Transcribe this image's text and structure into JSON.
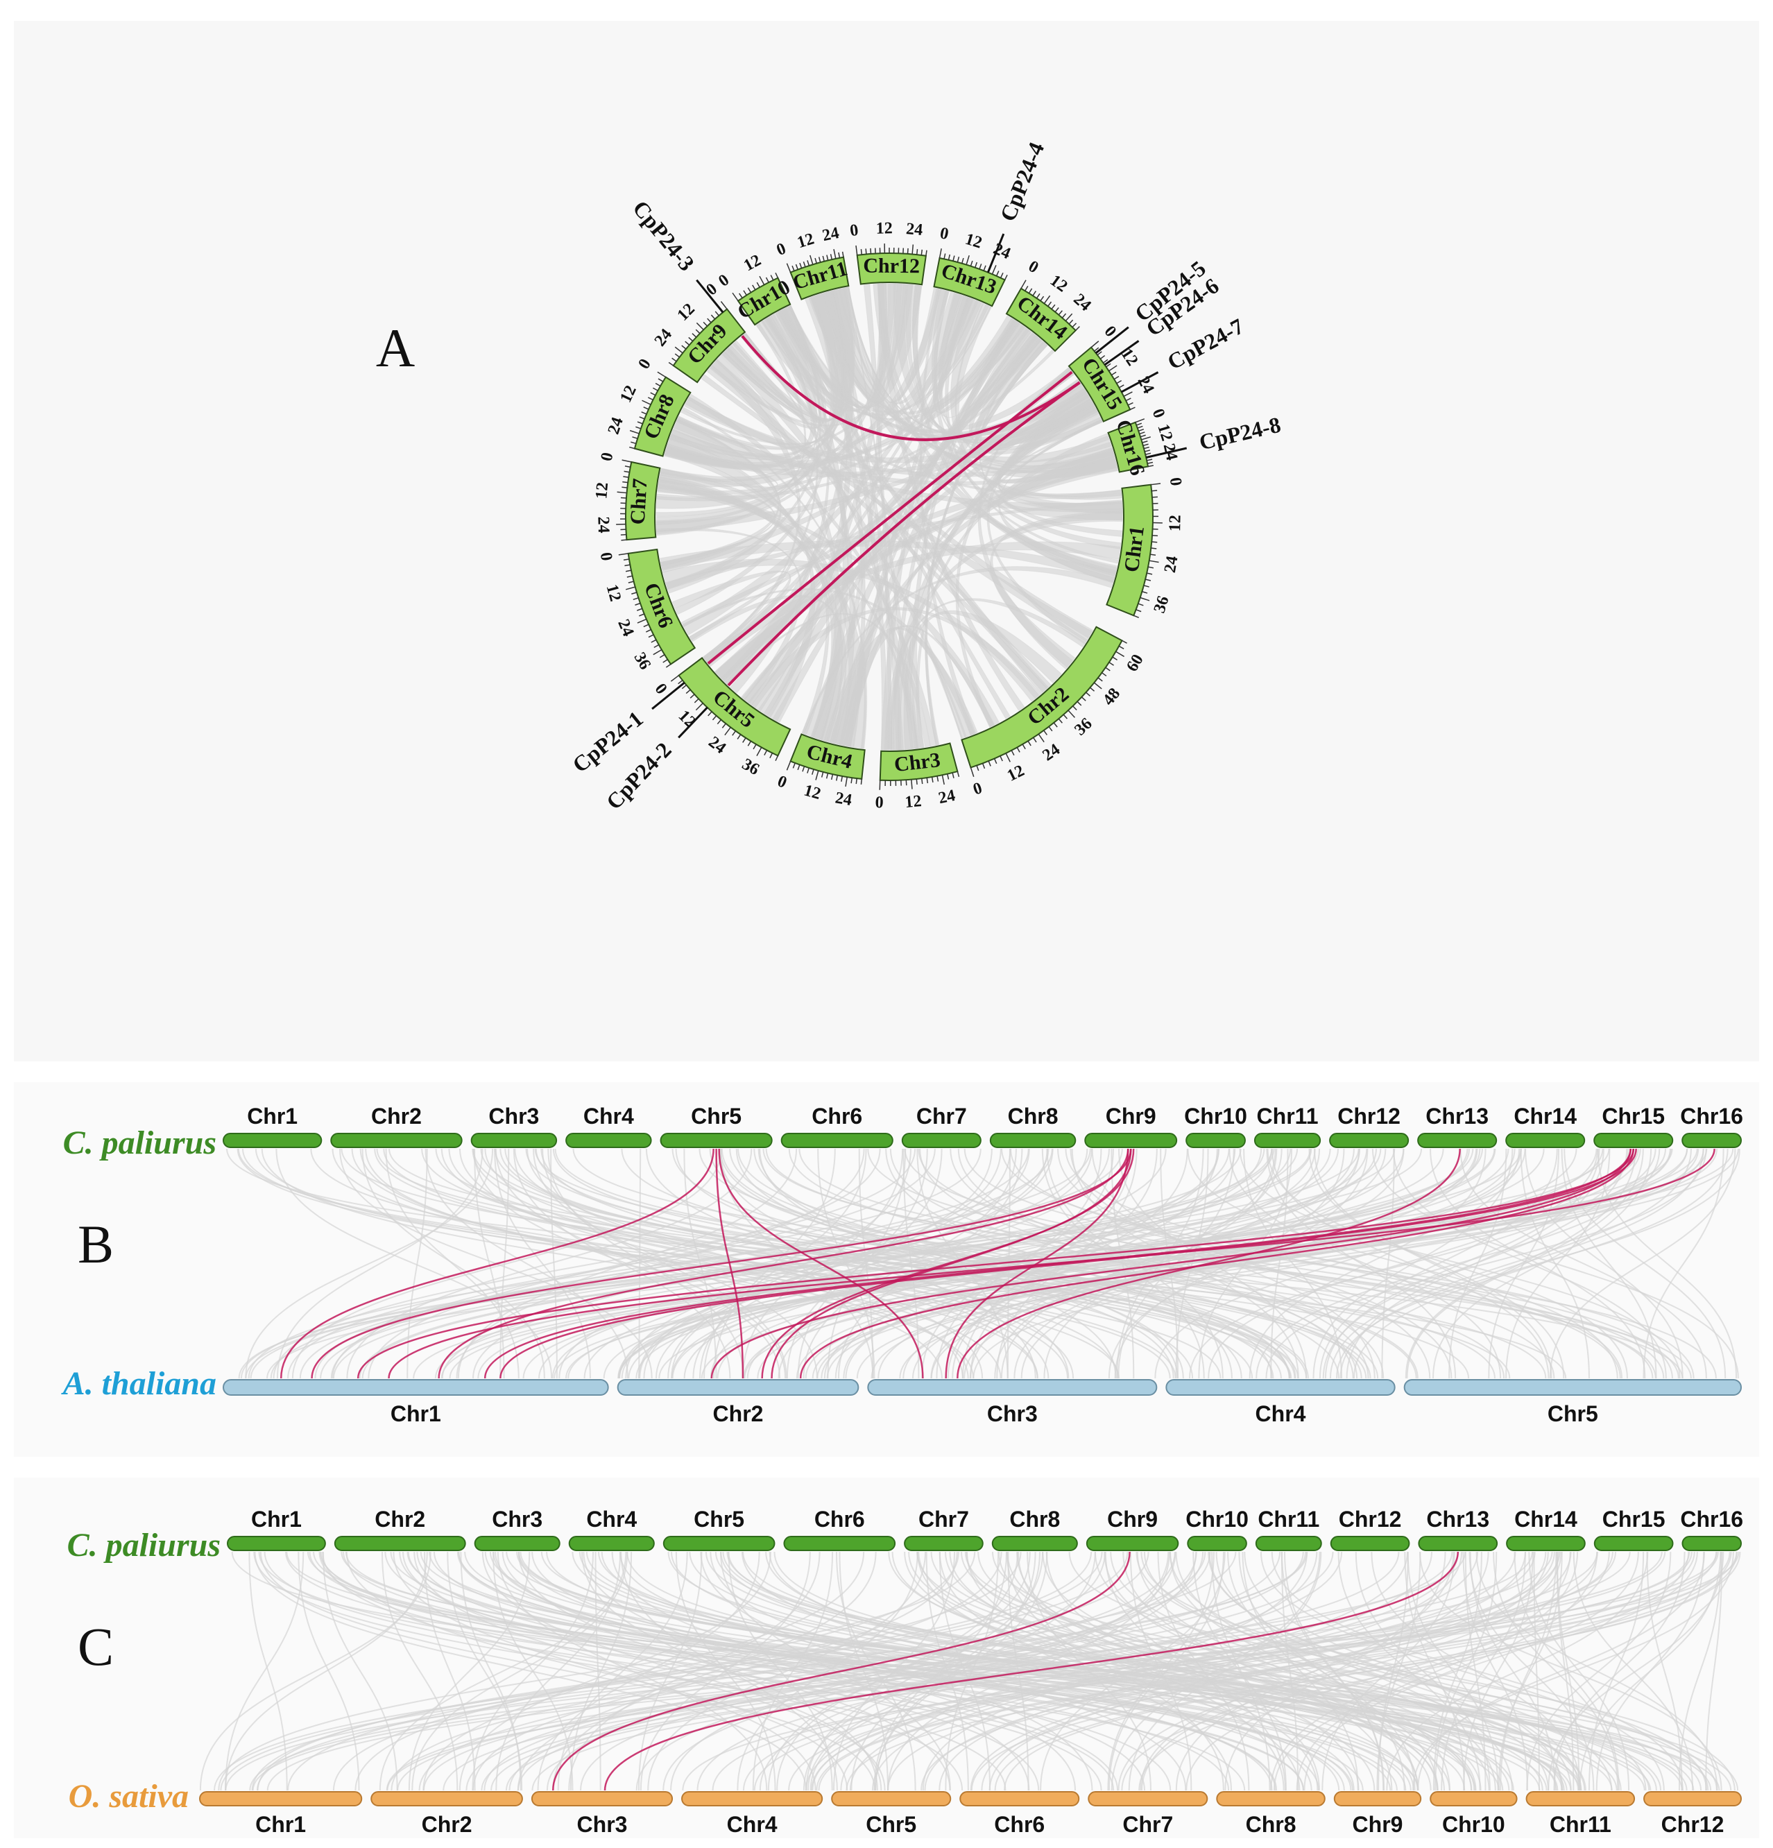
{
  "panels": [
    "A",
    "B",
    "C"
  ],
  "colors": {
    "circos_chr": "#9bd65f",
    "cp_bar": "#4ea42c",
    "at_bar": "#a9cde0",
    "os_bar": "#f0ac5c",
    "gray_link": "#cfcfcf",
    "highlight": "#c2185b",
    "cp_label": "#3d8b25",
    "at_label": "#1e9fd6",
    "os_label": "#e89b3c"
  },
  "circos": {
    "chromosomes": [
      {
        "name": "Chr1",
        "ticks": [
          "0",
          "12",
          "24",
          "36"
        ]
      },
      {
        "name": "Chr2",
        "ticks": [
          "0",
          "12",
          "24",
          "36",
          "48",
          "60"
        ]
      },
      {
        "name": "Chr3",
        "ticks": [
          "0",
          "12",
          "24"
        ]
      },
      {
        "name": "Chr4",
        "ticks": [
          "0",
          "12",
          "24"
        ]
      },
      {
        "name": "Chr5",
        "ticks": [
          "0",
          "12",
          "24",
          "36"
        ]
      },
      {
        "name": "Chr6",
        "ticks": [
          "0",
          "12",
          "24",
          "36"
        ]
      },
      {
        "name": "Chr7",
        "ticks": [
          "0",
          "12",
          "24"
        ]
      },
      {
        "name": "Chr8",
        "ticks": [
          "0",
          "12",
          "24"
        ]
      },
      {
        "name": "Chr9",
        "ticks": [
          "0",
          "12",
          "24"
        ]
      },
      {
        "name": "Chr10",
        "ticks": [
          "0",
          "12"
        ]
      },
      {
        "name": "Chr11",
        "ticks": [
          "0",
          "12",
          "24"
        ]
      },
      {
        "name": "Chr12",
        "ticks": [
          "0",
          "12",
          "24"
        ]
      },
      {
        "name": "Chr13",
        "ticks": [
          "0",
          "12",
          "24"
        ]
      },
      {
        "name": "Chr14",
        "ticks": [
          "0",
          "12",
          "24"
        ]
      },
      {
        "name": "Chr15",
        "ticks": [
          "0",
          "12",
          "24"
        ]
      },
      {
        "name": "Chr16",
        "ticks": [
          "0",
          "12",
          "24"
        ]
      }
    ],
    "genes": [
      {
        "name": "CpP24-1",
        "chr": "Chr5",
        "pos": 3
      },
      {
        "name": "CpP24-2",
        "chr": "Chr5",
        "pos": 14
      },
      {
        "name": "CpP24-3",
        "chr": "Chr9",
        "pos": 2
      },
      {
        "name": "CpP24-4",
        "chr": "Chr13",
        "pos": 22
      },
      {
        "name": "CpP24-5",
        "chr": "Chr15",
        "pos": 3
      },
      {
        "name": "CpP24-6",
        "chr": "Chr15",
        "pos": 9
      },
      {
        "name": "CpP24-7",
        "chr": "Chr15",
        "pos": 22
      },
      {
        "name": "CpP24-8",
        "chr": "Chr16",
        "pos": 24
      }
    ],
    "highlight_links": [
      [
        "CpP24-3",
        "CpP24-6"
      ],
      [
        "CpP24-1",
        "CpP24-5"
      ],
      [
        "CpP24-2",
        "CpP24-6"
      ]
    ]
  },
  "panel_b": {
    "top_species": "C. paliurus",
    "bottom_species": "A. thaliana",
    "top_chromosomes": [
      "Chr1",
      "Chr2",
      "Chr3",
      "Chr4",
      "Chr5",
      "Chr6",
      "Chr7",
      "Chr8",
      "Chr9",
      "Chr10",
      "Chr11",
      "Chr12",
      "Chr13",
      "Chr14",
      "Chr15",
      "Chr16"
    ],
    "bottom_chromosomes": [
      "Chr1",
      "Chr2",
      "Chr3",
      "Chr4",
      "Chr5"
    ],
    "highlight_links": [
      [
        "Chr5",
        "Chr1"
      ],
      [
        "Chr5",
        "Chr2"
      ],
      [
        "Chr5",
        "Chr3"
      ],
      [
        "Chr9",
        "Chr1"
      ],
      [
        "Chr9",
        "Chr1"
      ],
      [
        "Chr9",
        "Chr2"
      ],
      [
        "Chr9",
        "Chr3"
      ],
      [
        "Chr9",
        "Chr2"
      ],
      [
        "Chr13",
        "Chr3"
      ],
      [
        "Chr15",
        "Chr1"
      ],
      [
        "Chr15",
        "Chr1"
      ],
      [
        "Chr15",
        "Chr1"
      ],
      [
        "Chr15",
        "Chr2"
      ],
      [
        "Chr15",
        "Chr2"
      ],
      [
        "Chr16",
        "Chr1"
      ]
    ]
  },
  "panel_c": {
    "top_species": "C. paliurus",
    "bottom_species": "O. sativa",
    "top_chromosomes": [
      "Chr1",
      "Chr2",
      "Chr3",
      "Chr4",
      "Chr5",
      "Chr6",
      "Chr7",
      "Chr8",
      "Chr9",
      "Chr10",
      "Chr11",
      "Chr12",
      "Chr13",
      "Chr14",
      "Chr15",
      "Chr16"
    ],
    "bottom_chromosomes": [
      "Chr1",
      "Chr2",
      "Chr3",
      "Chr4",
      "Chr5",
      "Chr6",
      "Chr7",
      "Chr8",
      "Chr9",
      "Chr10",
      "Chr11",
      "Chr12"
    ],
    "highlight_links": [
      [
        "Chr9",
        "Chr3"
      ],
      [
        "Chr13",
        "Chr3"
      ]
    ]
  }
}
